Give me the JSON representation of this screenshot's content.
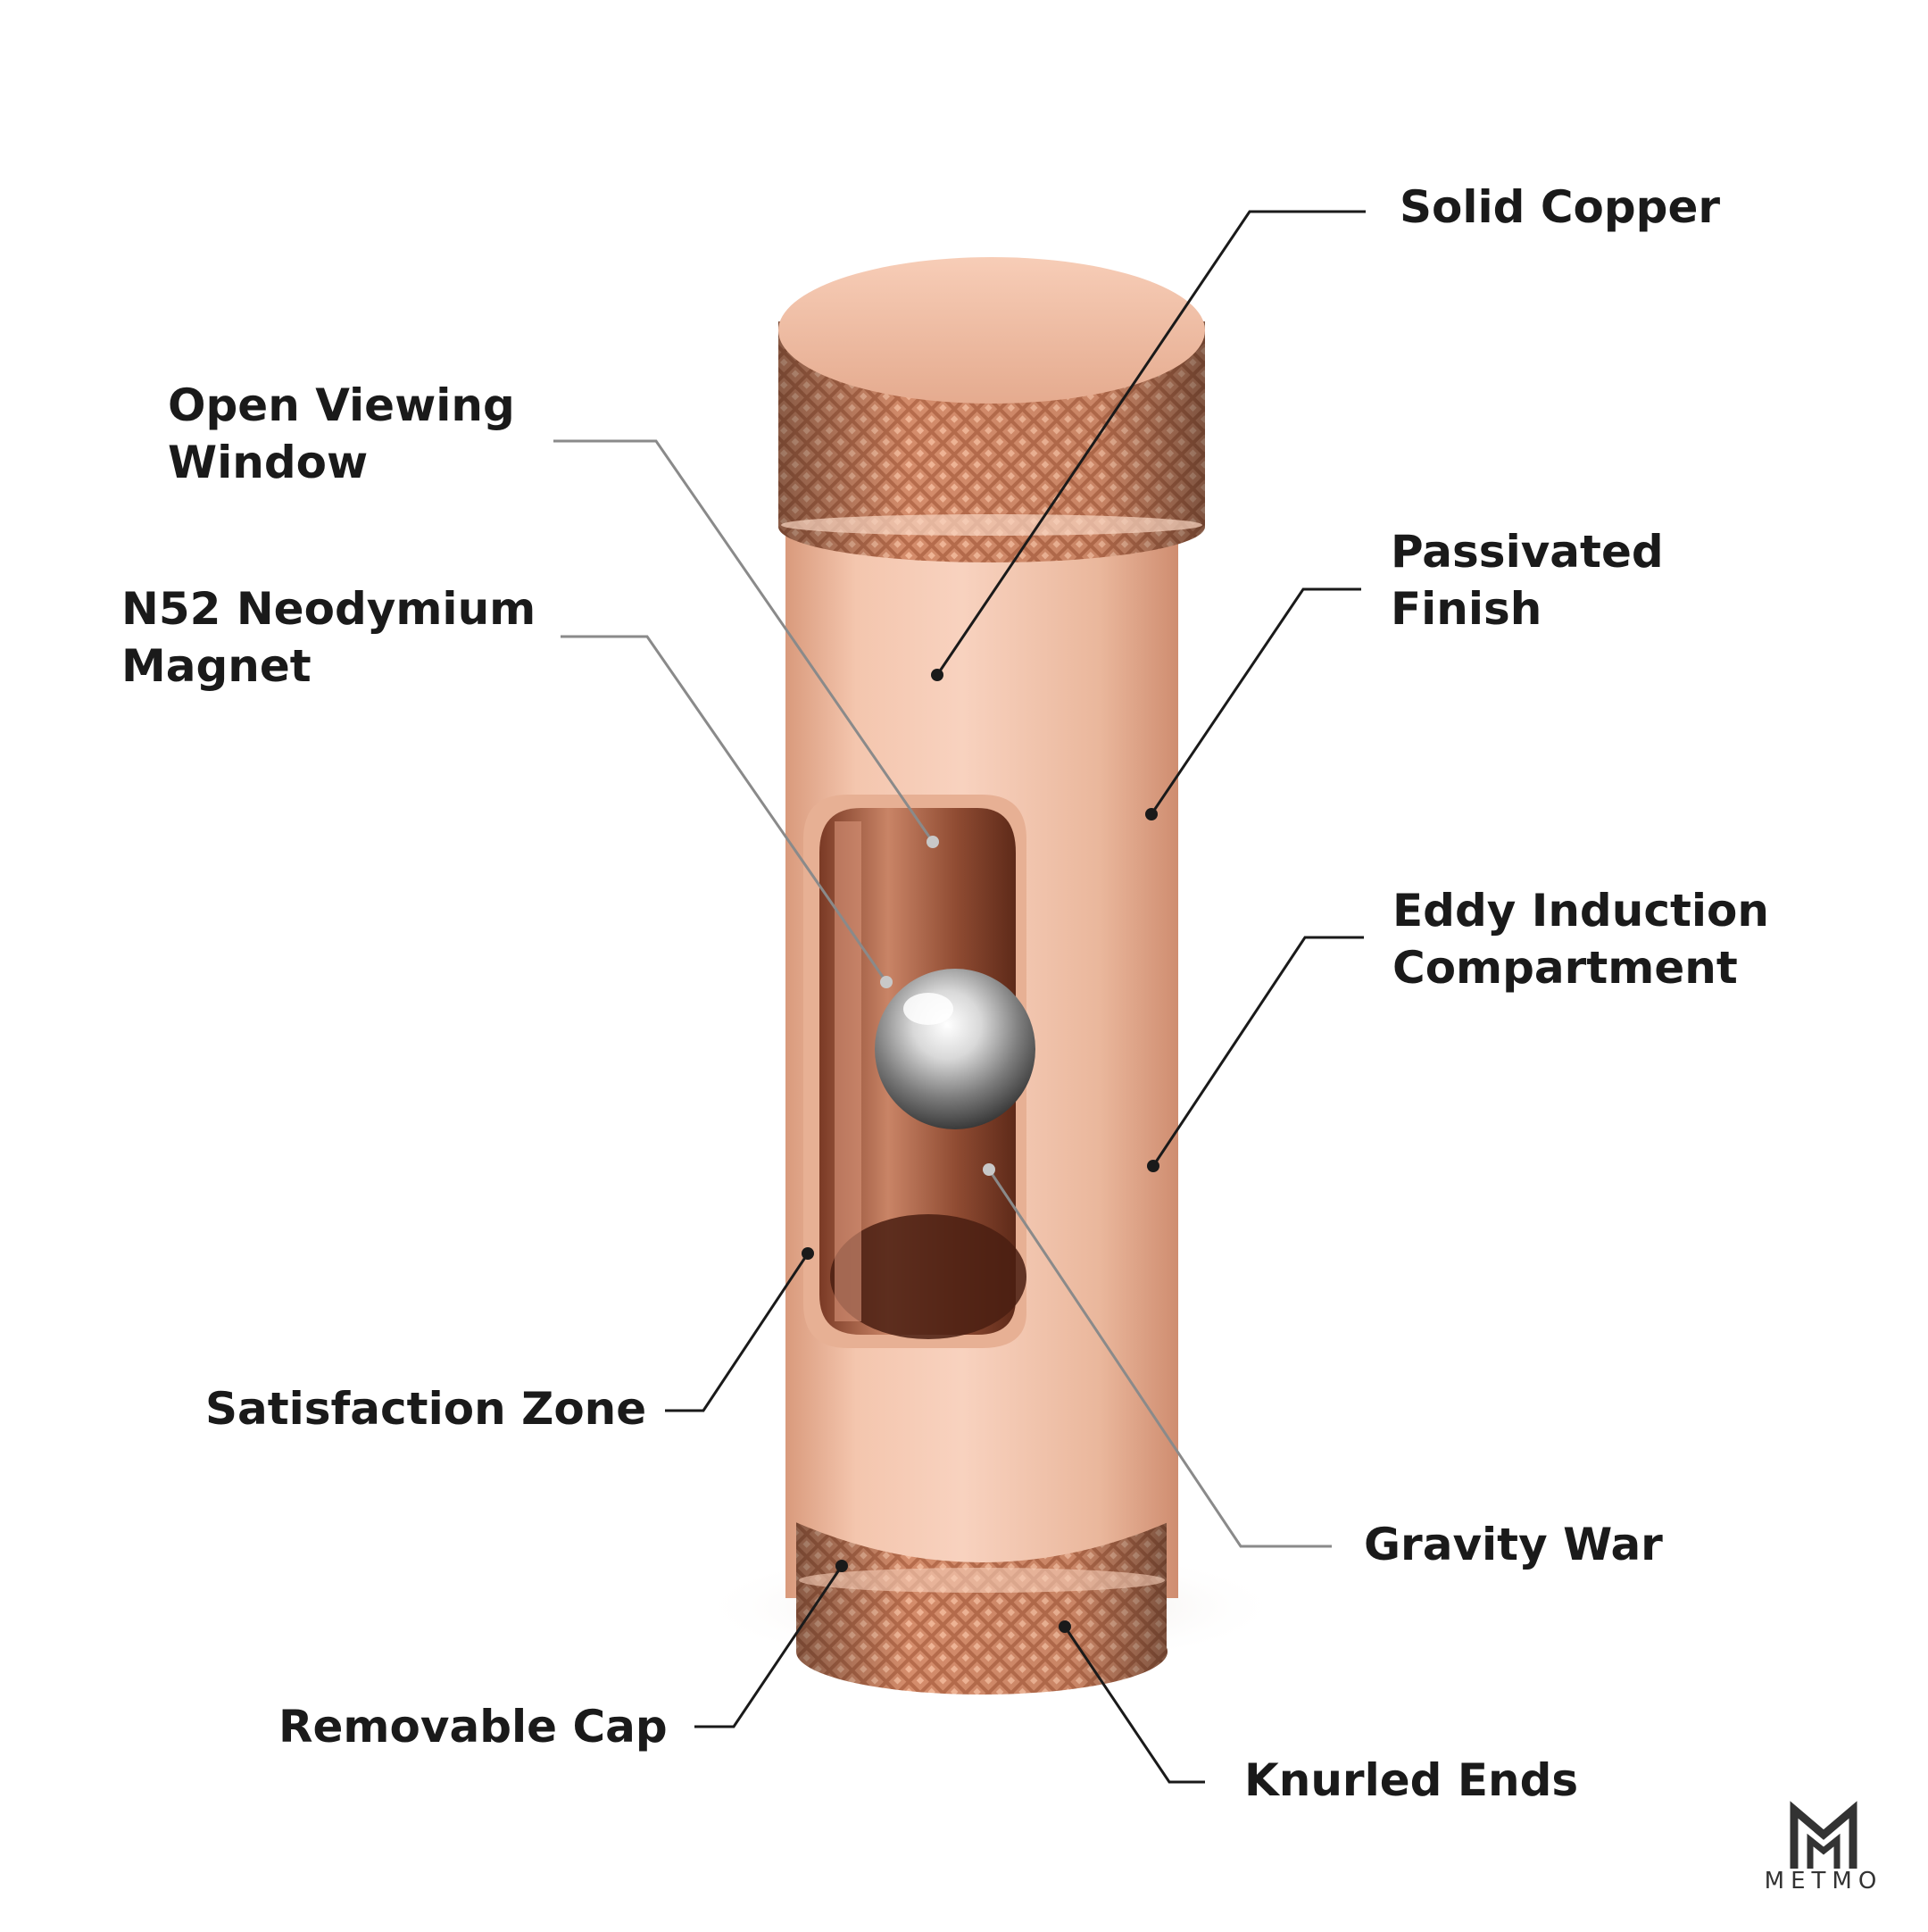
{
  "colors": {
    "copper_light": "#f6c9b2",
    "copper_mid": "#e3a78a",
    "copper_dark": "#b06b4d",
    "knurl": "#a85d3f",
    "leader_dark": "#1a1a1a",
    "leader_light": "#8a8a8a"
  },
  "labels": {
    "solid_copper": [
      "Solid Copper"
    ],
    "open_viewing_window": [
      "Open Viewing",
      "Window"
    ],
    "passivated_finish": [
      "Passivated",
      "Finish"
    ],
    "n52_magnet": [
      "N52 Neodymium",
      "Magnet"
    ],
    "eddy_induction": [
      "Eddy Induction",
      "Compartment"
    ],
    "satisfaction_zone": [
      "Satisfaction Zone"
    ],
    "gravity_war": [
      "Gravity War"
    ],
    "removable_cap": [
      "Removable Cap"
    ],
    "knurled_ends": [
      "Knurled Ends"
    ]
  },
  "brand": {
    "name": "METMO",
    "icon": "metmo-m-logo-icon"
  }
}
